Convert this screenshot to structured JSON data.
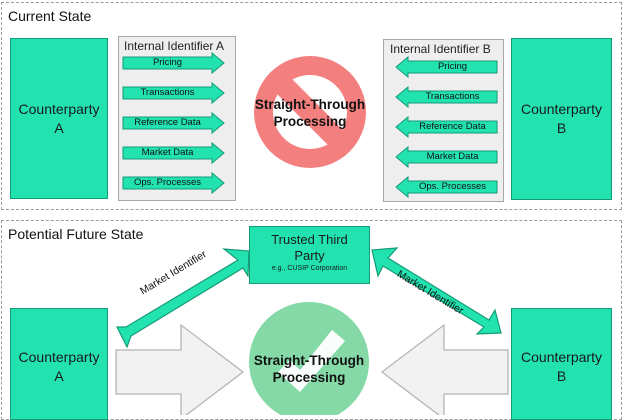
{
  "current_state": {
    "title": "Current State",
    "left_counterparty": [
      "Counterparty",
      "A"
    ],
    "right_counterparty": [
      "Counterparty",
      "B"
    ],
    "left_identifier_title": "Internal Identifier A",
    "right_identifier_title": "Internal Identifier B",
    "left_arrows": [
      "Pricing",
      "Transactions",
      "Reference Data",
      "Market Data",
      "Ops. Processes"
    ],
    "right_arrows": [
      "Pricing",
      "Transactions",
      "Reference Data",
      "Market Data",
      "Ops. Processes"
    ],
    "stp_label": [
      "Straight-Through",
      "Processing"
    ],
    "stp_status": "prohibited"
  },
  "future_state": {
    "title": "Potential Future State",
    "third_party_title": [
      "Trusted Third",
      "Party"
    ],
    "third_party_subtitle": "e.g., CUSIP Corporation",
    "left_link_label": "Market Identifier",
    "right_link_label": "Market Identifier",
    "left_counterparty": [
      "Counterparty",
      "A"
    ],
    "right_counterparty": [
      "Counterparty",
      "B"
    ],
    "stp_label": [
      "Straight-Through",
      "Processing"
    ],
    "stp_status": "enabled"
  },
  "colors": {
    "accent": "#22e3b0",
    "accent_border": "#169b78",
    "prohibited": "#f47f7f",
    "enabled": "#84d9a6",
    "panel_fill": "#eeeeee"
  }
}
